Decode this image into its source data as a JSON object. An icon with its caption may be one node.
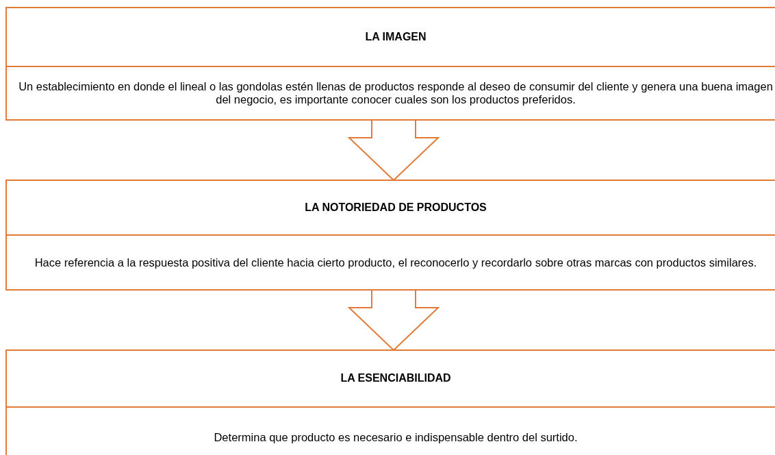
{
  "diagram": {
    "nodes": [
      {
        "text": [
          "LA IMAGEN"
        ]
      },
      {
        "text": [
          "Un establecimiento en donde el lineal o las gondolas estén llenas de productos responde al deseo de consumir del cliente y genera una buena imagen del negocio, es importante conocer cuales son los productos preferidos."
        ]
      },
      {
        "text": [
          "LA NOTORIEDAD DE PRODUCTOS"
        ]
      },
      {
        "text": [
          "Hace referencia a la respuesta positiva del cliente hacia cierto producto, el reconocerlo y recordarlo sobre otras marcas con productos similares."
        ]
      },
      {
        "text": [
          "LA ESENCIABILIDAD"
        ]
      },
      {
        "text": [
          "Determina que producto es necesario e indispensable dentro del surtido."
        ]
      }
    ],
    "edges": [
      {
        "from": 1,
        "to": 2,
        "arrow": "to"
      },
      {
        "from": 3,
        "to": 4,
        "arrow": "to"
      }
    ]
  }
}
